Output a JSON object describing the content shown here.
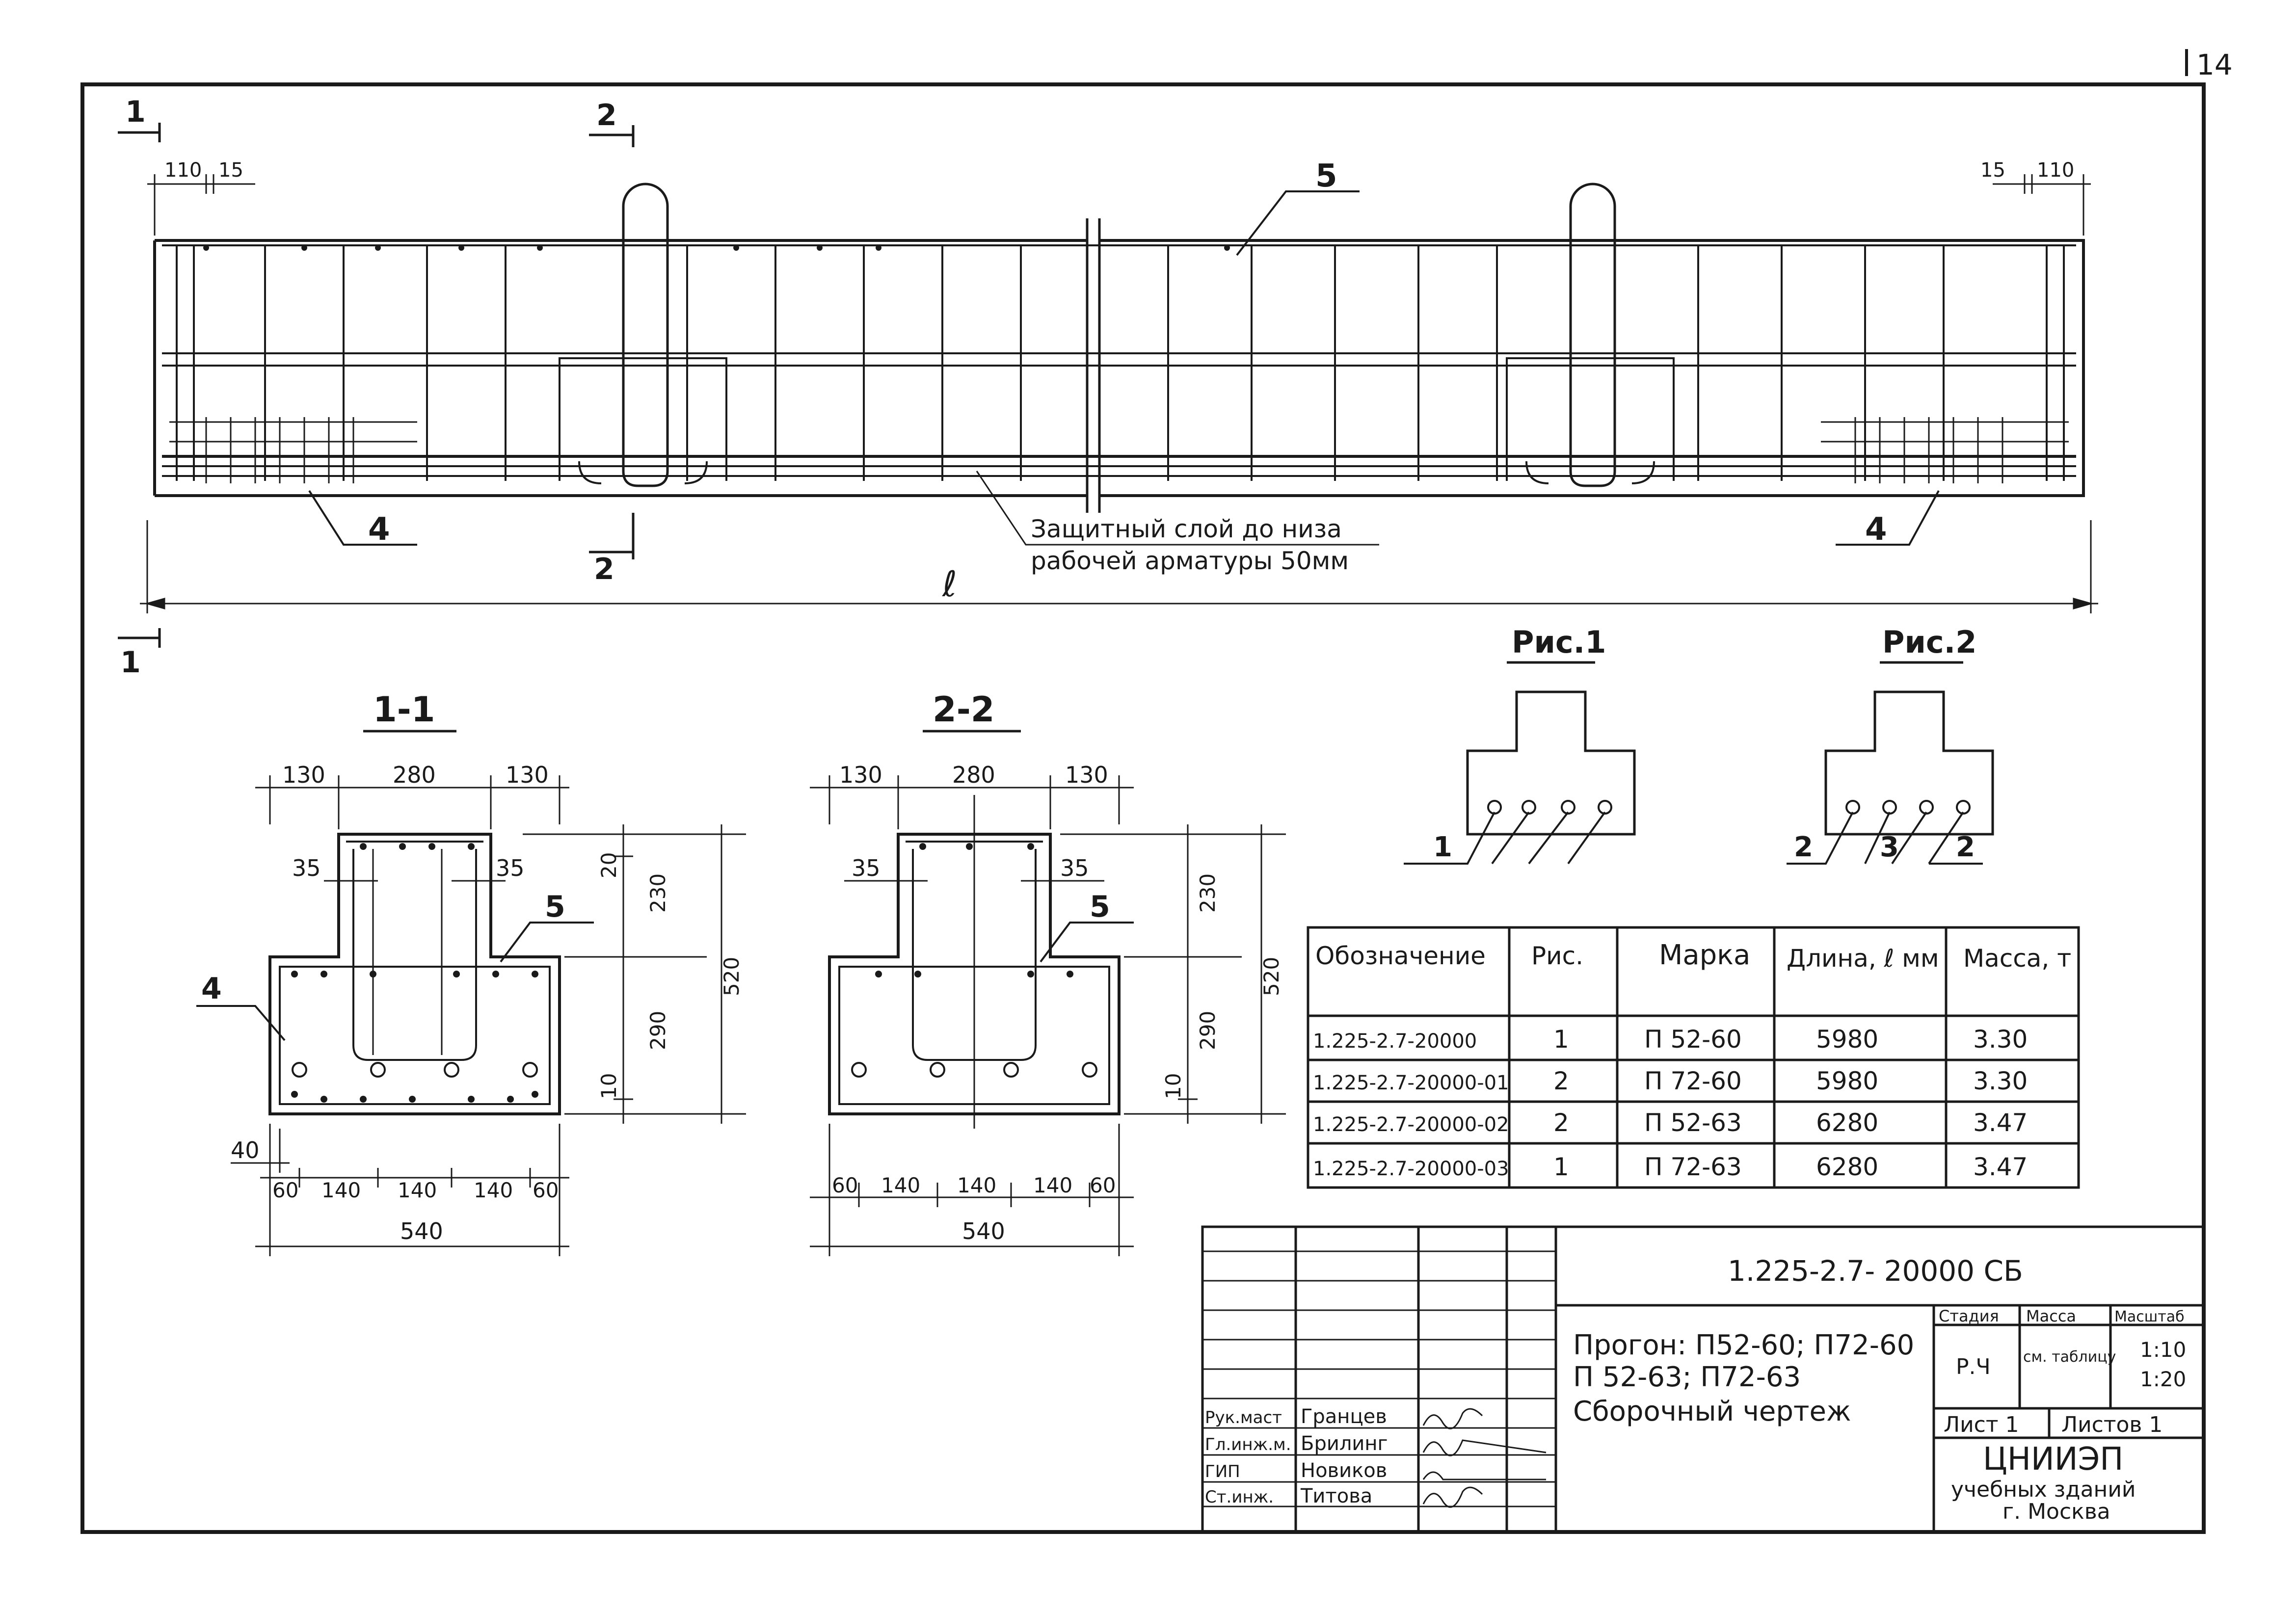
{
  "sheet_number": "14",
  "section_marks": {
    "s1": "1",
    "s2": "2"
  },
  "elevation": {
    "dims_left": [
      "110",
      "15"
    ],
    "dims_right": [
      "15",
      "110"
    ],
    "callout_5": "5",
    "callout_4": "4",
    "note_line1": "Защитный слой до низа",
    "note_line2": "рабочей арматуры 50мм",
    "length_label": "ℓ"
  },
  "section_1": {
    "title": "1-1",
    "top_dims": [
      "130",
      "280",
      "130"
    ],
    "dims_35": [
      "35",
      "35"
    ],
    "right_dims": [
      "20",
      "230",
      "290",
      "10",
      "520"
    ],
    "callouts": [
      "5",
      "4"
    ],
    "left_dim": "40",
    "bottom_dims": [
      "60",
      "140",
      "140",
      "140",
      "60"
    ],
    "total_width": "540"
  },
  "section_2": {
    "title": "2-2",
    "top_dims": [
      "130",
      "280",
      "130"
    ],
    "dims_35": [
      "35",
      "35"
    ],
    "right_dims": [
      "230",
      "290",
      "10",
      "520"
    ],
    "callouts": [
      "5"
    ],
    "bottom_dims": [
      "60",
      "140",
      "140",
      "140",
      "60"
    ],
    "total_width": "540"
  },
  "fig1": {
    "title": "Рис.1",
    "callouts": [
      "1"
    ]
  },
  "fig2": {
    "title": "Рис.2",
    "callouts": [
      "2",
      "3",
      "2"
    ]
  },
  "spec_table": {
    "headers": [
      "Обозначение",
      "Рис.",
      "Марка",
      "Длина, ℓ мм",
      "Масса, т"
    ],
    "rows": [
      [
        "1.225-2.7-20000",
        "1",
        "П 52-60",
        "5980",
        "3.30"
      ],
      [
        "1.225-2.7-20000-01",
        "2",
        "П 72-60",
        "5980",
        "3.30"
      ],
      [
        "1.225-2.7-20000-02",
        "2",
        "П 52-63",
        "6280",
        "3.47"
      ],
      [
        "1.225-2.7-20000-03",
        "1",
        "П 72-63",
        "6280",
        "3.47"
      ]
    ]
  },
  "title_block": {
    "code": "1.225-2.7- 20000 СБ",
    "name_lines": [
      "Прогон: П52-60; П72-60",
      "П 52-63; П72-63",
      "Сборочный чертеж"
    ],
    "stage_header": "Стадия",
    "mass_header": "Масса",
    "scale_header": "Масштаб",
    "stage": "Р.Ч",
    "mass": "см. таблицу",
    "scale1": "1:10",
    "scale2": "1:20",
    "sheet": "Лист 1",
    "sheets": "Листов 1",
    "org1": "ЦНИИЭП",
    "org2": "учебных зданий",
    "org3": "г. Москва",
    "signers": [
      {
        "role": "Рук.маст",
        "name": "Гранцев"
      },
      {
        "role": "Гл.инж.м.",
        "name": "Брилинг"
      },
      {
        "role": "ГИП",
        "name": "Новиков"
      },
      {
        "role": "Ст.инж.",
        "name": "Титова"
      }
    ]
  }
}
